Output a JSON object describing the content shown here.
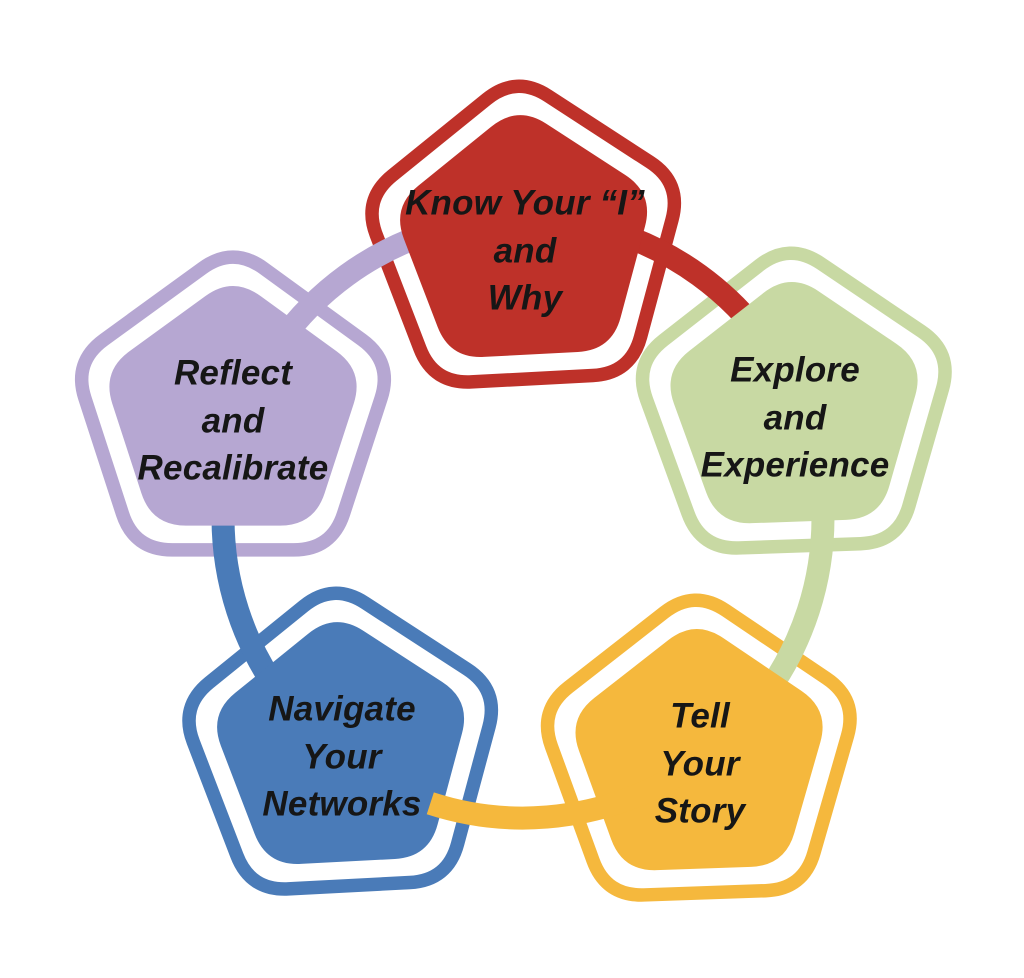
{
  "style": {
    "background": "#FFFFFF",
    "text_color": "#161616"
  },
  "nodes": [
    {
      "id": "know-your-i-and-why",
      "color": "#BE3129",
      "lines": [
        "Know Your “I”",
        "and",
        "Why"
      ]
    },
    {
      "id": "explore-and-experience",
      "color": "#C8D9A3",
      "lines": [
        "Explore",
        "and",
        "Experience"
      ]
    },
    {
      "id": "tell-your-story",
      "color": "#F5B83D",
      "lines": [
        "Tell",
        "Your",
        "Story"
      ]
    },
    {
      "id": "navigate-your-networks",
      "color": "#4A7BB8",
      "lines": [
        "Navigate",
        "Your",
        "Networks"
      ]
    },
    {
      "id": "reflect-and-recalibrate",
      "color": "#B6A7D2",
      "lines": [
        "Reflect",
        "and",
        "Recalibrate"
      ]
    }
  ],
  "connectors": [
    {
      "from": "know-your-i-and-why",
      "to": "explore-and-experience",
      "color": "#BE3129"
    },
    {
      "from": "explore-and-experience",
      "to": "tell-your-story",
      "color": "#C8D9A3"
    },
    {
      "from": "tell-your-story",
      "to": "navigate-your-networks",
      "color": "#F5B83D"
    },
    {
      "from": "navigate-your-networks",
      "to": "reflect-and-recalibrate",
      "color": "#4A7BB8"
    },
    {
      "from": "reflect-and-recalibrate",
      "to": "know-your-i-and-why",
      "color": "#B6A7D2"
    }
  ]
}
